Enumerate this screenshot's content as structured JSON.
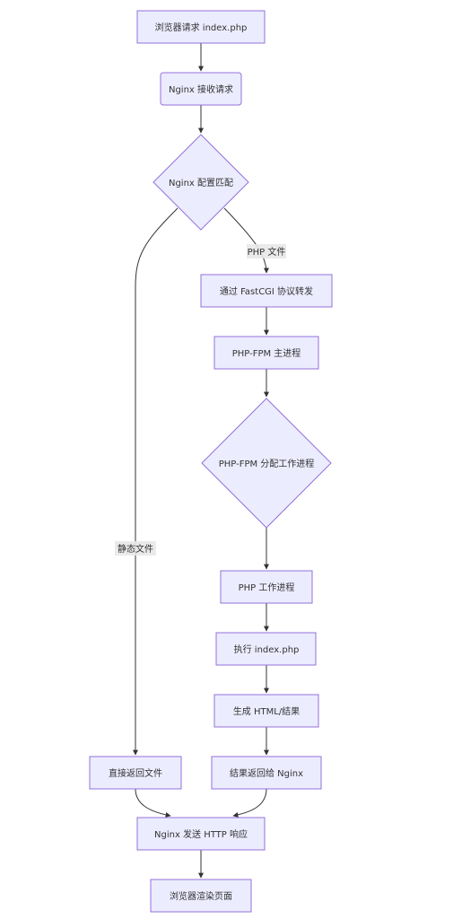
{
  "nodes": {
    "browser_request": "浏览器请求 index.php",
    "nginx_receive": "Nginx 接收请求",
    "nginx_match": "Nginx 配置匹配",
    "fastcgi_forward": "通过 FastCGI 协议转发",
    "fpm_master": "PHP-FPM 主进程",
    "fpm_assign": "PHP-FPM 分配工作进程",
    "php_worker": "PHP 工作进程",
    "execute": "执行 index.php",
    "generate": "生成 HTML/结果",
    "result_return": "结果返回给 Nginx",
    "static_return": "直接返回文件",
    "nginx_send": "Nginx 发送 HTTP 响应",
    "browser_render": "浏览器渲染页面"
  },
  "edge_labels": {
    "php_file": "PHP 文件",
    "static_file": "静态文件"
  },
  "colors": {
    "node_fill": "#ECECFF",
    "node_stroke": "#9370DB",
    "edge": "#333333",
    "label_bg": "#e8e8e8"
  }
}
